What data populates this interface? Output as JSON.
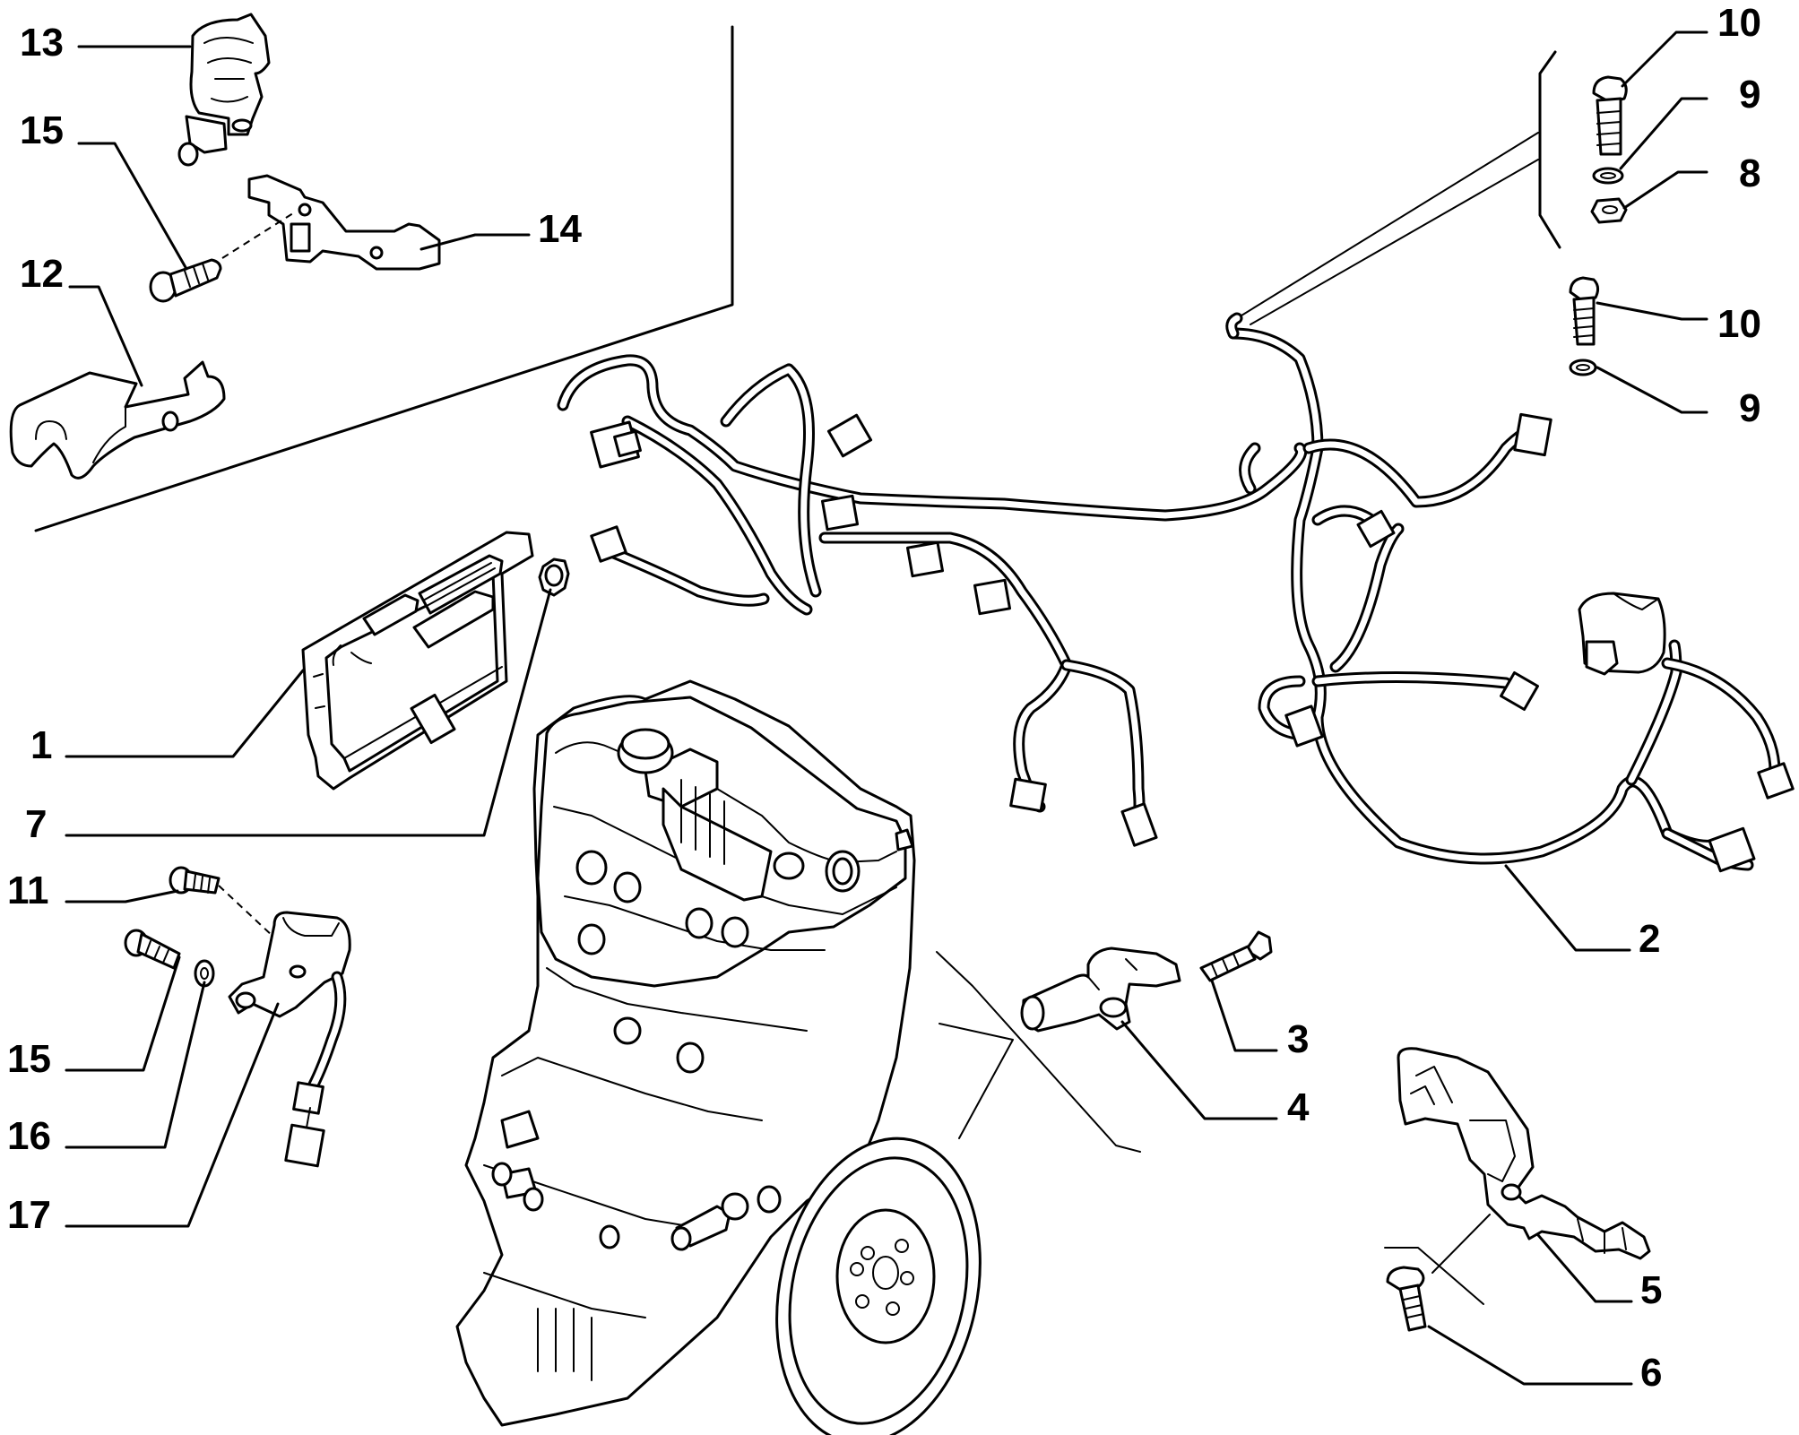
{
  "callouts": [
    {
      "id": "c13",
      "label": "13"
    },
    {
      "id": "c15a",
      "label": "15"
    },
    {
      "id": "c14",
      "label": "14"
    },
    {
      "id": "c12",
      "label": "12"
    },
    {
      "id": "c10a",
      "label": "10"
    },
    {
      "id": "c9a",
      "label": "9"
    },
    {
      "id": "c8",
      "label": "8"
    },
    {
      "id": "c10b",
      "label": "10"
    },
    {
      "id": "c9b",
      "label": "9"
    },
    {
      "id": "c1",
      "label": "1"
    },
    {
      "id": "c7",
      "label": "7"
    },
    {
      "id": "c11",
      "label": "11"
    },
    {
      "id": "c15b",
      "label": "15"
    },
    {
      "id": "c16",
      "label": "16"
    },
    {
      "id": "c17",
      "label": "17"
    },
    {
      "id": "c2",
      "label": "2"
    },
    {
      "id": "c3",
      "label": "3"
    },
    {
      "id": "c4",
      "label": "4"
    },
    {
      "id": "c5",
      "label": "5"
    },
    {
      "id": "c6",
      "label": "6"
    }
  ]
}
